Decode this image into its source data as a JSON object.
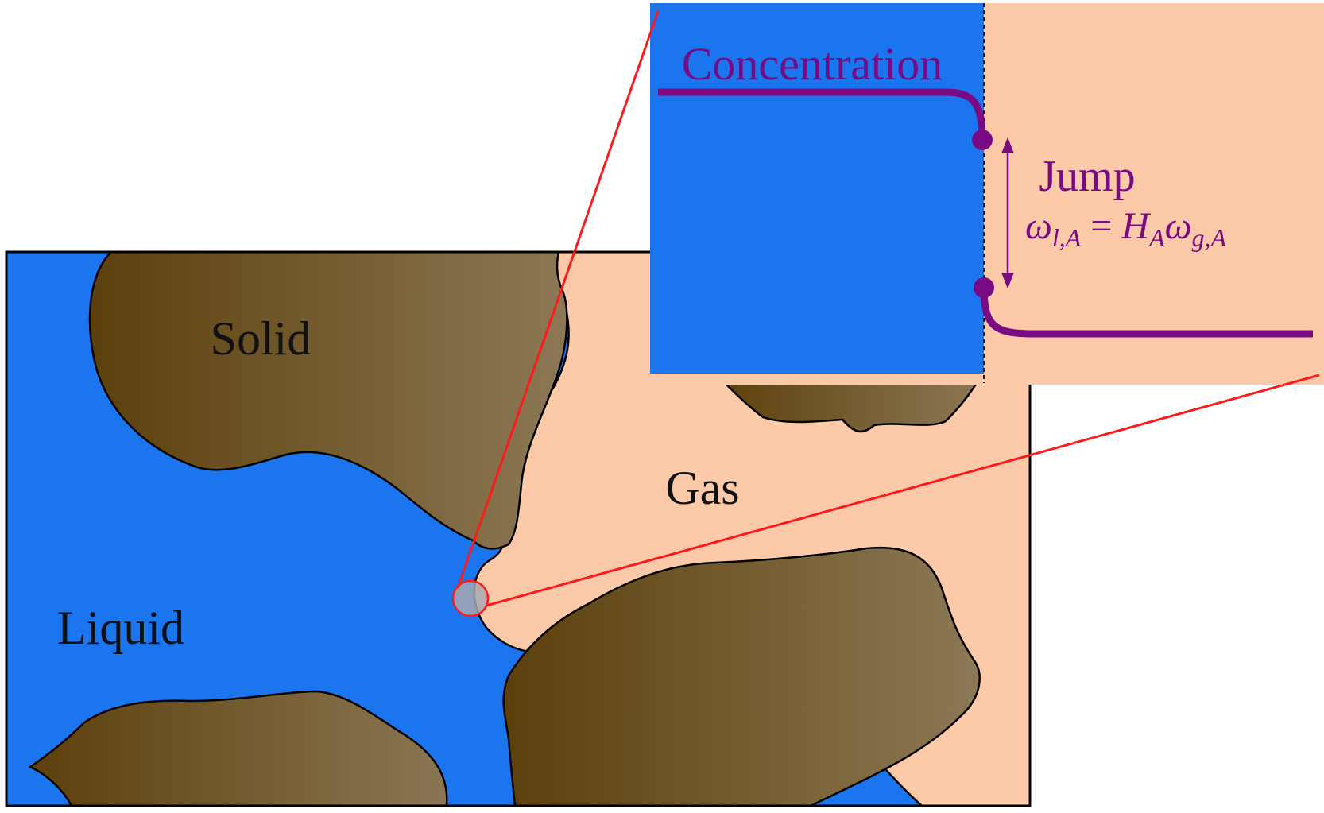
{
  "labels": {
    "solid": "Solid",
    "gas": "Gas",
    "liquid": "Liquid",
    "concentration": "Concentration",
    "jump": "Jump",
    "equation": {
      "omega1": "ω",
      "sub_l_a": "l,A",
      "equals": " = ",
      "h": "H",
      "sub_a": "A",
      "omega2": "ω",
      "sub_g_a": "g,A"
    }
  },
  "colors": {
    "liquid": "#1a75ef",
    "gas": "#fccaa8",
    "solid_dark": "#5c400c",
    "solid_light": "#8c7855",
    "concentration": "#7a0a84",
    "zoom_lines": "#ff1a1a"
  }
}
